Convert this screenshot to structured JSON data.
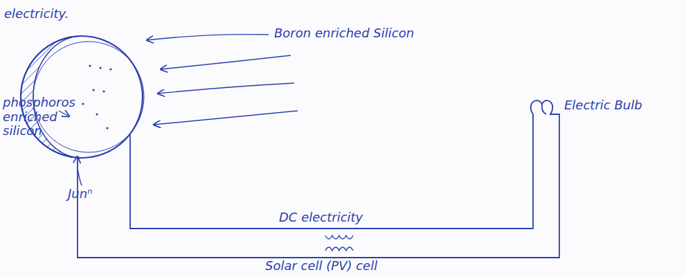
{
  "diagram": {
    "labels": [
      "electricity.",
      "Boron enriched Silicon",
      "phosphoros enriched silicon",
      "Junⁿ",
      "Electric Bulb",
      "DC electricity",
      "Solar cell (PV) cell"
    ]
  }
}
